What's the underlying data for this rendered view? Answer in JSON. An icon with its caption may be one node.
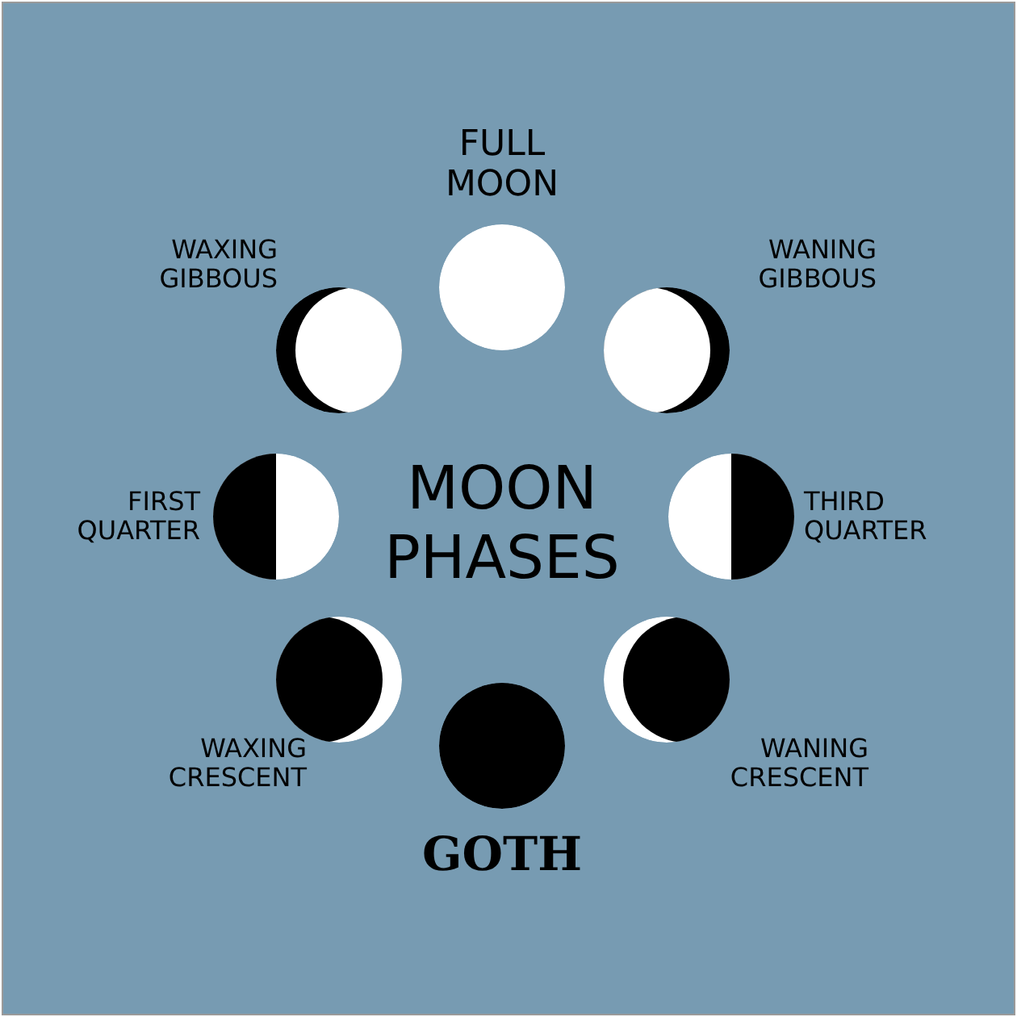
{
  "diagram": {
    "title": "MOON PHASES",
    "labels": [
      "FULL MOON",
      "WAXING GIBBOUS",
      "WANING GIBBOUS",
      "FIRST QUARTER",
      "THIRD QUARTER",
      "WAXING CRESCENT",
      "WANING CRESCENT",
      "GOTH"
    ]
  }
}
